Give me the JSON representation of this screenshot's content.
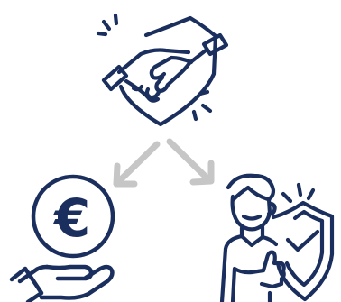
{
  "colors": {
    "background": "#ffffff",
    "primary": "#1b2f5e",
    "arrow": "#c6c6c6"
  },
  "nodes": [
    {
      "id": "top",
      "icon": "handshake-shield-icon"
    },
    {
      "id": "left",
      "icon": "euro-coin-hand-icon",
      "symbol": "€"
    },
    {
      "id": "right",
      "icon": "person-shield-check-icon"
    }
  ],
  "edges": [
    {
      "from": "top",
      "to": "left",
      "icon": "arrow-down-left-icon"
    },
    {
      "from": "top",
      "to": "right",
      "icon": "arrow-down-right-icon"
    }
  ]
}
